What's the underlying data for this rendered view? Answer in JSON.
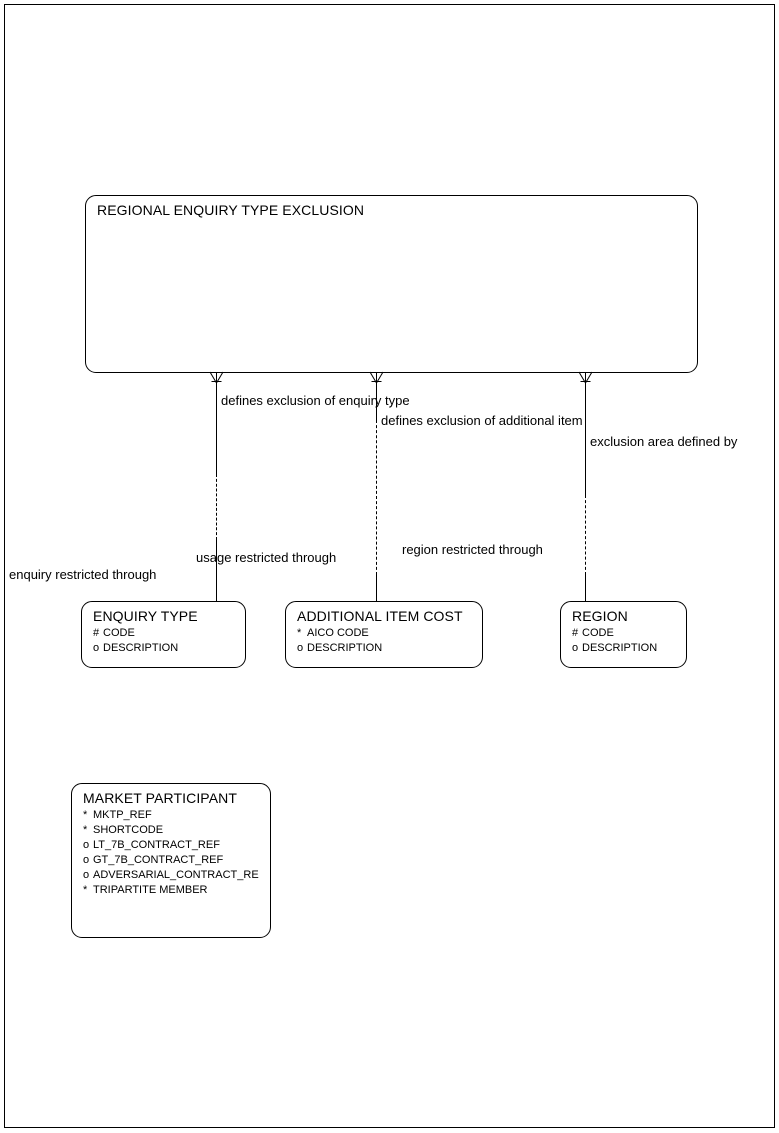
{
  "diagram": {
    "type": "entity-relationship-diagram",
    "notation": "oracle-designer-barker",
    "page_border_color": "#000000",
    "background_color": "#ffffff",
    "line_color": "#000000"
  },
  "entities": [
    {
      "id": "regional-enquiry-type-exclusion",
      "name": "REGIONAL ENQUIRY TYPE EXCLUSION",
      "attributes": []
    },
    {
      "id": "enquiry-type",
      "name": "ENQUIRY TYPE",
      "attributes": [
        {
          "mark": "#",
          "label": "CODE"
        },
        {
          "mark": "o",
          "label": "DESCRIPTION"
        }
      ]
    },
    {
      "id": "additional-item-cost",
      "name": "ADDITIONAL ITEM COST",
      "attributes": [
        {
          "mark": "*",
          "label": "AICO CODE"
        },
        {
          "mark": "o",
          "label": "DESCRIPTION"
        }
      ]
    },
    {
      "id": "region",
      "name": "REGION",
      "attributes": [
        {
          "mark": "#",
          "label": "CODE"
        },
        {
          "mark": "o",
          "label": "DESCRIPTION"
        }
      ]
    },
    {
      "id": "market-participant",
      "name": "MARKET PARTICIPANT",
      "attributes": [
        {
          "mark": "*",
          "label": "MKTP_REF"
        },
        {
          "mark": "*",
          "label": "SHORTCODE"
        },
        {
          "mark": "o",
          "label": "LT_7B_CONTRACT_REF"
        },
        {
          "mark": "o",
          "label": "GT_7B_CONTRACT_REF"
        },
        {
          "mark": "o",
          "label": "ADVERSARIAL_CONTRACT_RE"
        },
        {
          "mark": "*",
          "label": "TRIPARTITE MEMBER"
        }
      ]
    }
  ],
  "relationships": [
    {
      "id": "enquiry-type-relationship",
      "from": "regional-enquiry-type-exclusion",
      "to": "enquiry-type",
      "parent_label": "defines exclusion of enquiry type",
      "child_label": "enquiry restricted through"
    },
    {
      "id": "additional-item-relationship",
      "from": "regional-enquiry-type-exclusion",
      "to": "additional-item-cost",
      "parent_label": "defines exclusion of additional item",
      "child_label": "usage restricted through"
    },
    {
      "id": "region-relationship",
      "from": "regional-enquiry-type-exclusion",
      "to": "region",
      "parent_label": "exclusion area defined by",
      "child_label": "region restricted through"
    }
  ]
}
